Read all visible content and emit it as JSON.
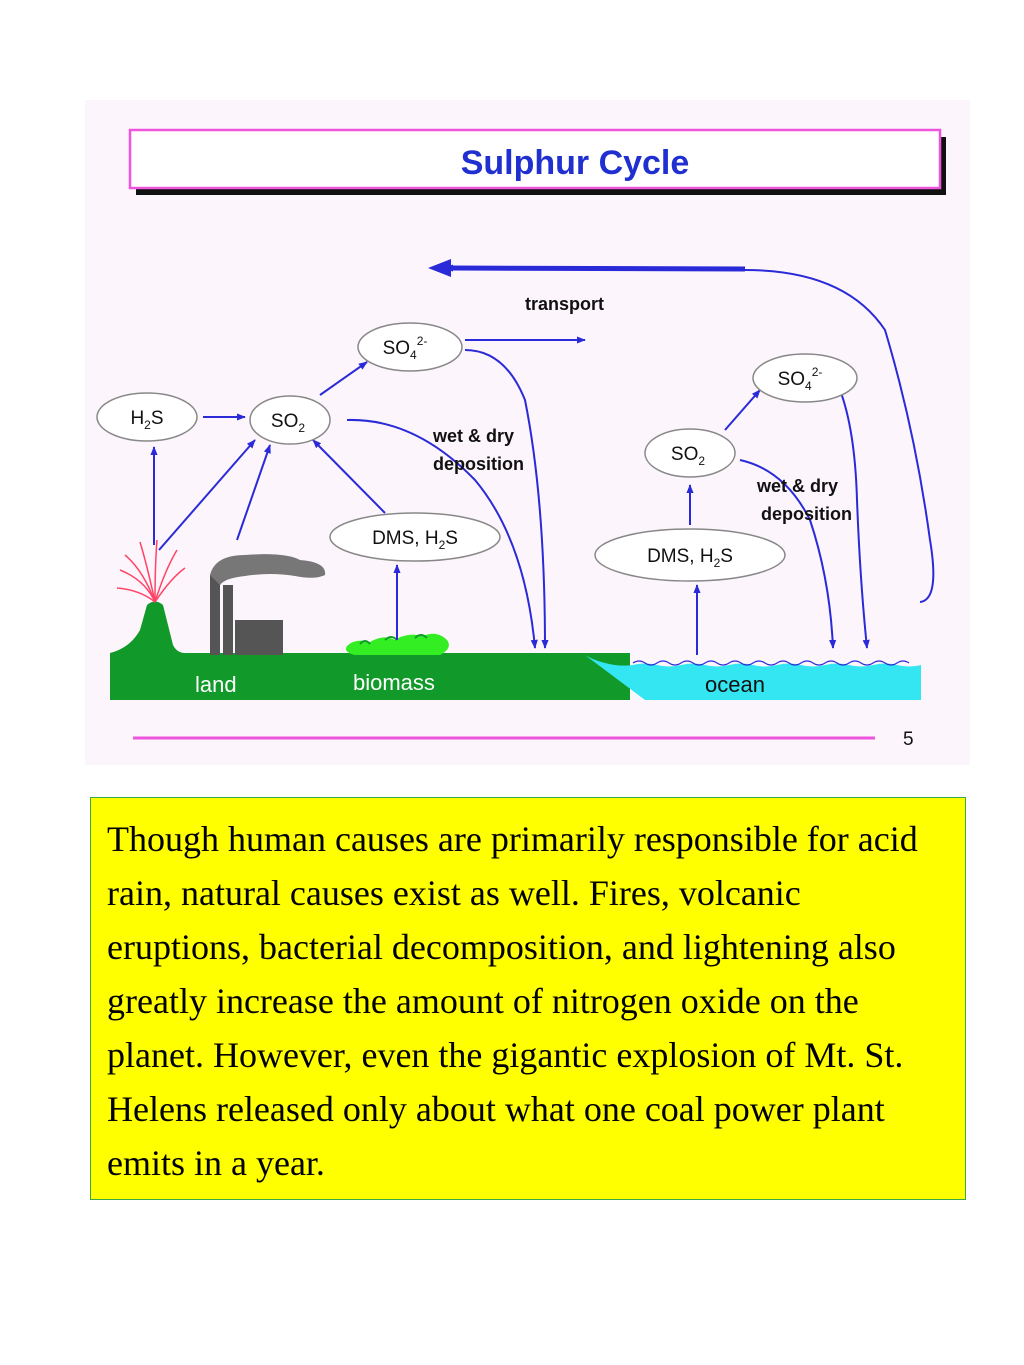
{
  "diagram": {
    "title": "Sulphur Cycle",
    "nodes": {
      "h2s_left": {
        "main": "H",
        "sub": "2",
        "rest": "S"
      },
      "so2_left": {
        "main": "SO",
        "sub": "2"
      },
      "so4_left": {
        "main": "SO",
        "sub": "4",
        "sup": "2-"
      },
      "dms_left": {
        "main": "DMS, H",
        "sub": "2",
        "rest": "S"
      },
      "so2_right": {
        "main": "SO",
        "sub": "2"
      },
      "so4_right": {
        "main": "SO",
        "sub": "4",
        "sup": "2-"
      },
      "dms_right": {
        "main": "DMS, H",
        "sub": "2",
        "rest": "S"
      }
    },
    "labels": {
      "transport": "transport",
      "wet_dry_left_1": "wet & dry",
      "wet_dry_left_2": "deposition",
      "wet_dry_right_1": "wet & dry",
      "wet_dry_right_2": "deposition"
    },
    "ground": {
      "land": "land",
      "biomass": "biomass",
      "ocean": "ocean"
    },
    "page_number": "5",
    "colors": {
      "arrow": "#2a2ad8",
      "land": "#119a2a",
      "ocean": "#33e6f2",
      "title_border": "#ee55dd",
      "title_text": "#1f2fd0"
    }
  },
  "text_box": {
    "paragraph": "Though human causes are primarily responsible for acid rain, natural causes exist as well.  Fires, volcanic eruptions, bacterial decomposition, and lightening also greatly increase the amount of nitrogen oxide on the planet.  However, even the gigantic explosion of Mt. St. Helens released only about what one coal power plant emits in a year."
  }
}
